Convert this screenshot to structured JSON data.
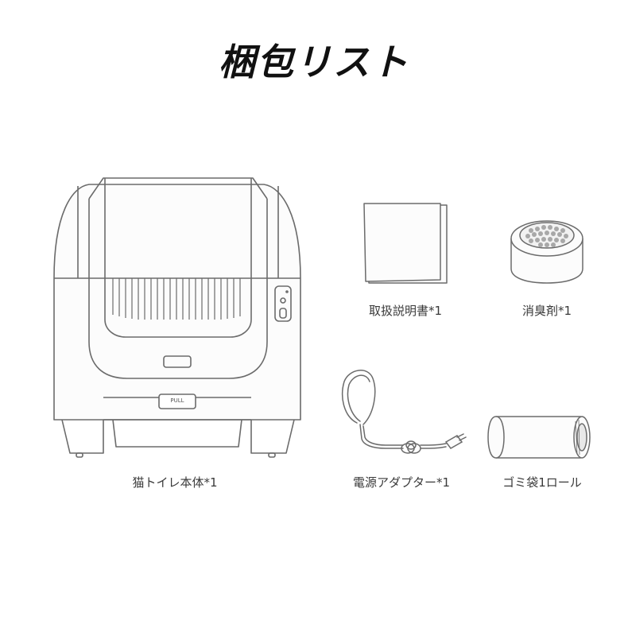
{
  "page": {
    "title": "梱包リスト"
  },
  "items": [
    {
      "label": "猫トイレ本体*1",
      "icon": "litter-box-icon"
    },
    {
      "label": "取扱説明書*1",
      "icon": "manual-icon"
    },
    {
      "label": "消臭剤*1",
      "icon": "deodorizer-icon"
    },
    {
      "label": "電源アダプター*1",
      "icon": "power-adapter-icon"
    },
    {
      "label": "ゴミ袋1ロール",
      "icon": "trash-bag-roll-icon"
    }
  ],
  "litter_box": {
    "button_text": "PULL"
  },
  "colors": {
    "line": "#6b6b6b",
    "text": "#3a3a3a",
    "title": "#111111"
  }
}
